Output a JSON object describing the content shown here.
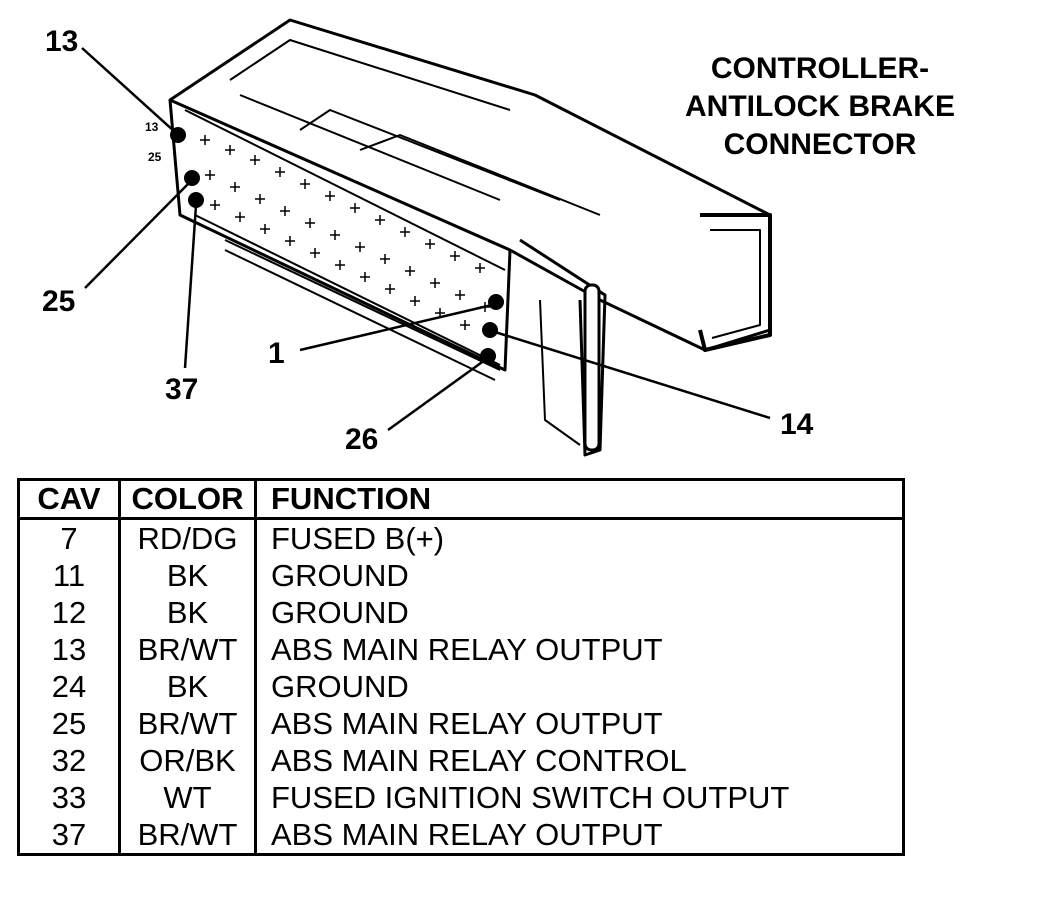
{
  "title": {
    "line1": "CONTROLLER-",
    "line2": "ANTILOCK BRAKE",
    "line3": "CONNECTOR"
  },
  "callouts": [
    {
      "id": "c13",
      "text": "13"
    },
    {
      "id": "c25",
      "text": "25"
    },
    {
      "id": "c37",
      "text": "37"
    },
    {
      "id": "c1",
      "text": "1"
    },
    {
      "id": "c26",
      "text": "26"
    },
    {
      "id": "c14",
      "text": "14"
    }
  ],
  "small_labels": {
    "s13": "13",
    "s25": "25"
  },
  "table": {
    "headers": {
      "cav": "CAV",
      "color": "COLOR",
      "function": "FUNCTION"
    },
    "rows": [
      {
        "cav": "7",
        "color": "RD/DG",
        "function": "FUSED B(+)"
      },
      {
        "cav": "11",
        "color": "BK",
        "function": "GROUND"
      },
      {
        "cav": "12",
        "color": "BK",
        "function": "GROUND"
      },
      {
        "cav": "13",
        "color": "BR/WT",
        "function": "ABS MAIN RELAY OUTPUT"
      },
      {
        "cav": "24",
        "color": "BK",
        "function": "GROUND"
      },
      {
        "cav": "25",
        "color": "BR/WT",
        "function": "ABS MAIN RELAY OUTPUT"
      },
      {
        "cav": "32",
        "color": "OR/BK",
        "function": "ABS MAIN RELAY CONTROL"
      },
      {
        "cav": "33",
        "color": "WT",
        "function": "FUSED IGNITION SWITCH OUTPUT"
      },
      {
        "cav": "37",
        "color": "BR/WT",
        "function": "ABS MAIN RELAY OUTPUT"
      }
    ]
  }
}
